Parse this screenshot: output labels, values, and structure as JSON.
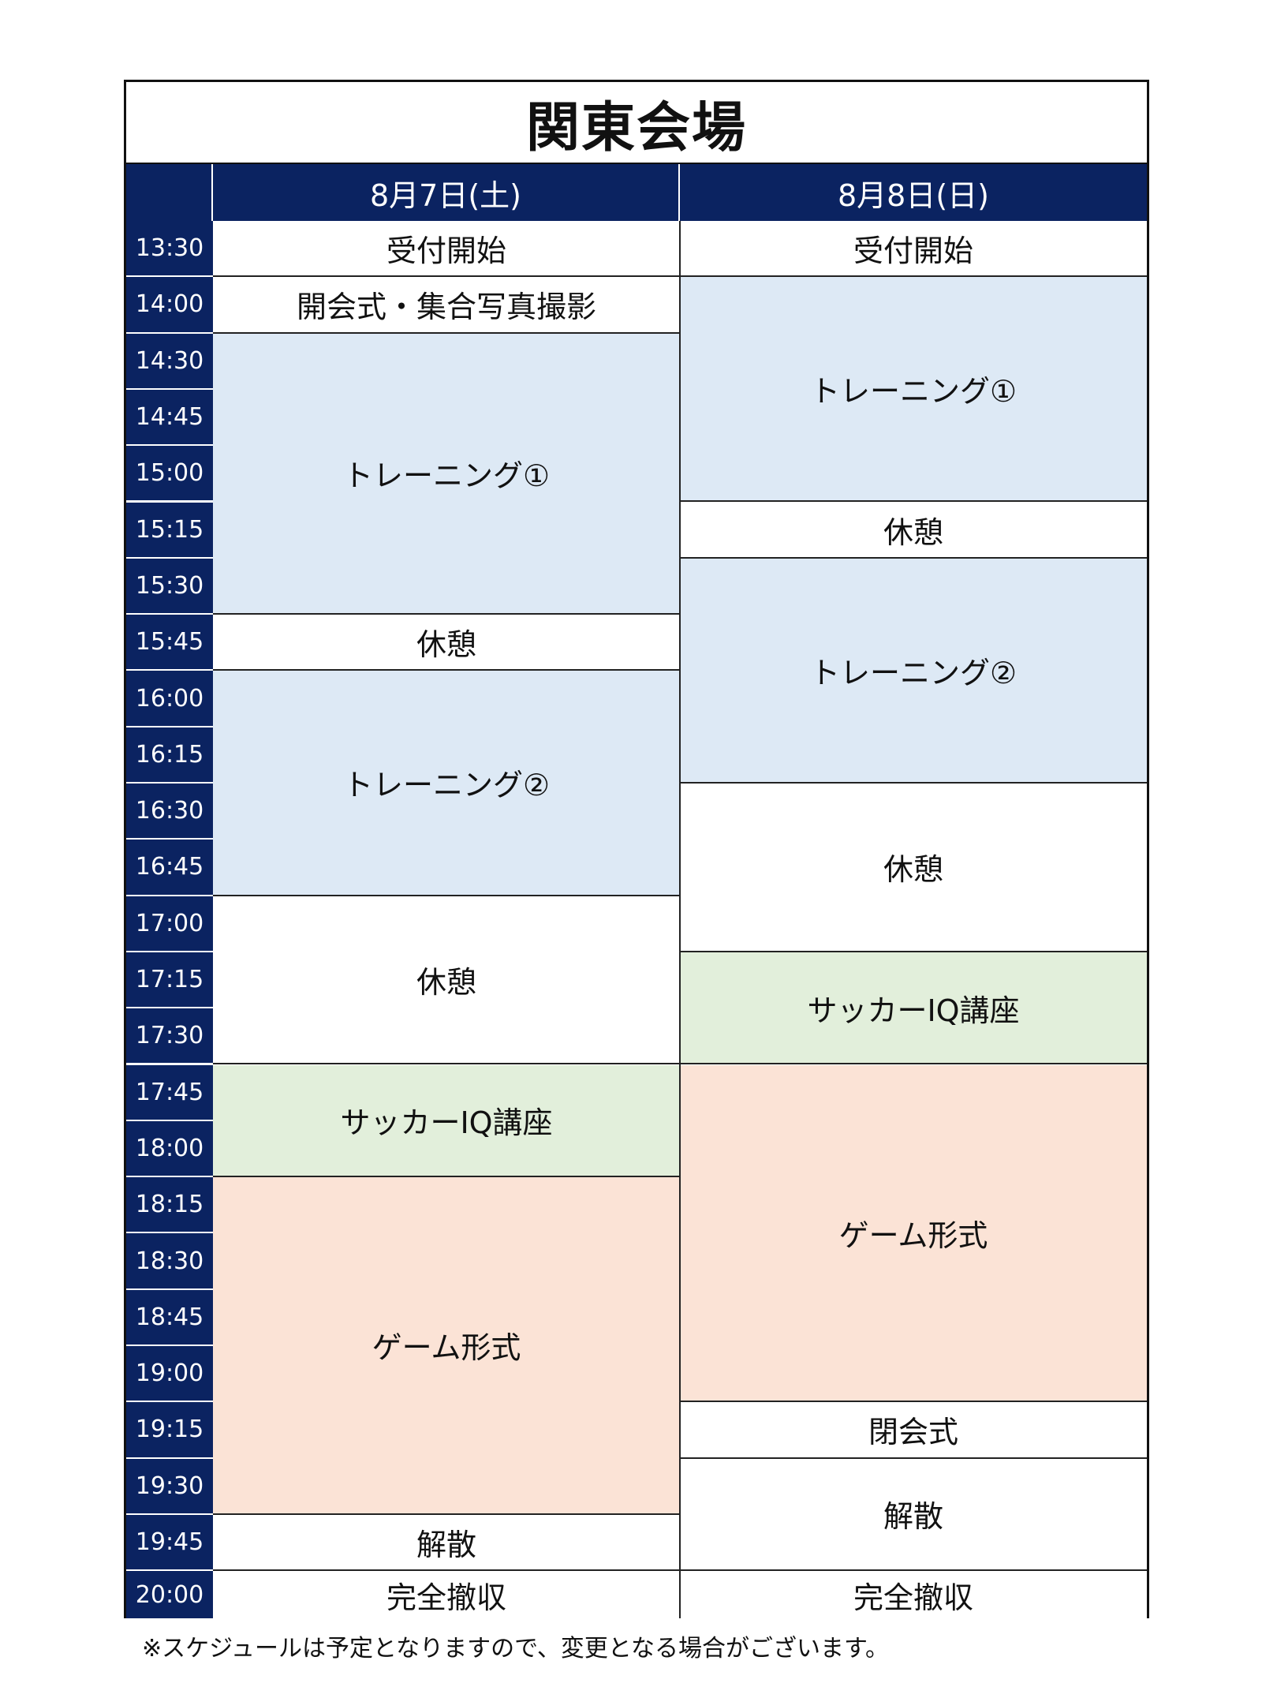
{
  "title": "関東会場",
  "days": [
    {
      "label": "8月7日(土)"
    },
    {
      "label": "8月8日(日)"
    }
  ],
  "times": [
    "13:30",
    "14:00",
    "14:30",
    "14:45",
    "15:00",
    "15:15",
    "15:30",
    "15:45",
    "16:00",
    "16:15",
    "16:30",
    "16:45",
    "17:00",
    "17:15",
    "17:30",
    "17:45",
    "18:00",
    "18:15",
    "18:30",
    "18:45",
    "19:00",
    "19:15",
    "19:30",
    "19:45",
    "20:00"
  ],
  "colors": {
    "header_bg": "#0b2361",
    "training": "#dde9f5",
    "iq": "#e2efdb",
    "game": "#fbe3d6",
    "plain": "#ffffff"
  },
  "events": [
    [
      {
        "label": "受付開始",
        "start": 0,
        "span": 1,
        "kind": "plain"
      },
      {
        "label": "開会式・集合写真撮影",
        "start": 1,
        "span": 1,
        "kind": "plain"
      },
      {
        "label": "トレーニング①",
        "start": 2,
        "span": 5,
        "kind": "training"
      },
      {
        "label": "休憩",
        "start": 7,
        "span": 1,
        "kind": "plain"
      },
      {
        "label": "トレーニング②",
        "start": 8,
        "span": 4,
        "kind": "training"
      },
      {
        "label": "休憩",
        "start": 12,
        "span": 3,
        "kind": "plain"
      },
      {
        "label": "サッカーIQ講座",
        "start": 15,
        "span": 2,
        "kind": "iq"
      },
      {
        "label": "ゲーム形式",
        "start": 17,
        "span": 6,
        "kind": "game"
      },
      {
        "label": "解散",
        "start": 23,
        "span": 1,
        "kind": "plain"
      },
      {
        "label": "完全撤収",
        "start": 24,
        "span": 1,
        "kind": "plain"
      }
    ],
    [
      {
        "label": "受付開始",
        "start": 0,
        "span": 1,
        "kind": "plain"
      },
      {
        "label": "トレーニング①",
        "start": 1,
        "span": 4,
        "kind": "training"
      },
      {
        "label": "休憩",
        "start": 5,
        "span": 1,
        "kind": "plain"
      },
      {
        "label": "トレーニング②",
        "start": 6,
        "span": 4,
        "kind": "training"
      },
      {
        "label": "休憩",
        "start": 10,
        "span": 3,
        "kind": "plain"
      },
      {
        "label": "サッカーIQ講座",
        "start": 13,
        "span": 2,
        "kind": "iq"
      },
      {
        "label": "ゲーム形式",
        "start": 15,
        "span": 6,
        "kind": "game"
      },
      {
        "label": "閉会式",
        "start": 21,
        "span": 1,
        "kind": "plain"
      },
      {
        "label": "解散",
        "start": 22,
        "span": 2,
        "kind": "plain"
      },
      {
        "label": "完全撤収",
        "start": 24,
        "span": 1,
        "kind": "plain"
      }
    ]
  ],
  "note": "※スケジュールは予定となりますので、変更となる場合がございます。"
}
